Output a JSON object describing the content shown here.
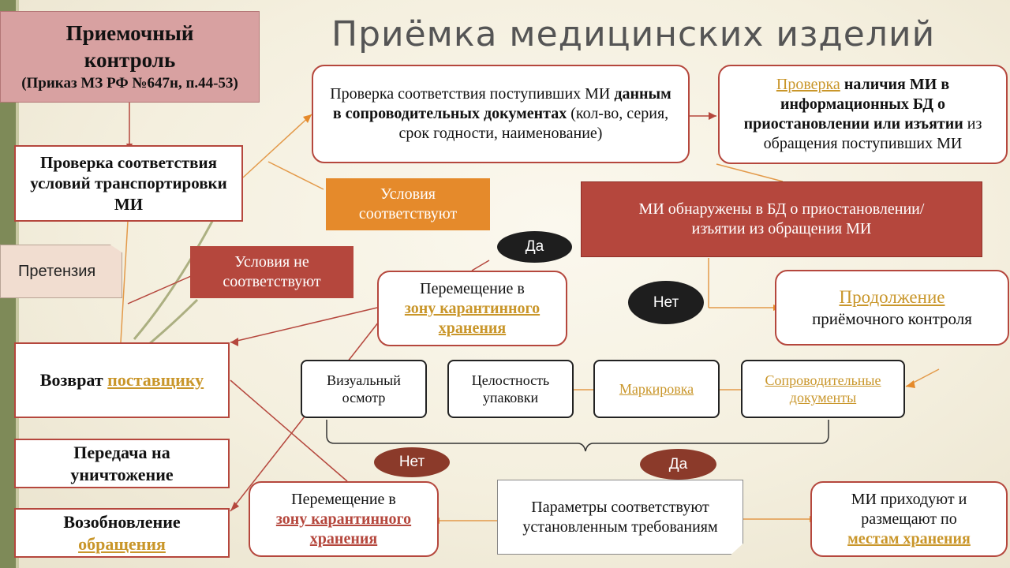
{
  "title": "Приёмка медицинских изделий",
  "header_box": {
    "line1": "Приемочный",
    "line2": "контроль",
    "line3": "(Приказ МЗ РФ №647н, п.44-53)"
  },
  "transport_check": "Проверка соответствия условий транспортировки МИ",
  "pretension": "Претензия",
  "conditions_ok": {
    "line1": "Условия",
    "line2": "соответствуют"
  },
  "conditions_bad": {
    "line1": "Условия не",
    "line2": "соответствуют"
  },
  "docs_check": {
    "part1": "Проверка соответствия поступивших МИ",
    "part2_bold": "данным в сопроводительных документах",
    "part3": "(кол-во, серия, срок годности, наименование)"
  },
  "db_check": {
    "link": "Проверка",
    "text1": "наличия МИ в",
    "bold": "информационных БД о приостановлении или изъятии",
    "text2": "из обращения поступивших МИ"
  },
  "found_in_db": {
    "line1": "МИ обнаружены в БД о приостановлении/",
    "line2": "изъятии из обращения МИ"
  },
  "yes_label": "Да",
  "no_label": "Нет",
  "quarantine_top": {
    "line1": "Перемещение в",
    "link": "зону карантинного хранения"
  },
  "continue_box": {
    "link": "Продолжение",
    "text": "приёмочного контроля"
  },
  "return_box": {
    "text": "Возврат",
    "link": "поставщику"
  },
  "destroy_box": "Передача на уничтожение",
  "renew_box": {
    "text": "Возобновление",
    "link": "обращения"
  },
  "checks": [
    {
      "label": "Визуальный осмотр",
      "style": "plain"
    },
    {
      "label": "Целостность упаковки",
      "style": "plain"
    },
    {
      "label": "Маркировка",
      "style": "link"
    },
    {
      "label": "Сопроводительные документы",
      "style": "link"
    }
  ],
  "params_box": "Параметры соответствуют установленным требованиям",
  "quarantine_bottom": {
    "line1": "Перемещение в",
    "link": "зону карантинного хранения"
  },
  "storage_box": {
    "line1": "МИ приходуют и размещают по",
    "link": "местам хранения"
  },
  "colors": {
    "accent_red": "#b5473d",
    "orange": "#e58a2b",
    "gold_link": "#c9962a",
    "dark_pill": "#1e1e1e",
    "brown_pill": "#8b3a2a"
  }
}
